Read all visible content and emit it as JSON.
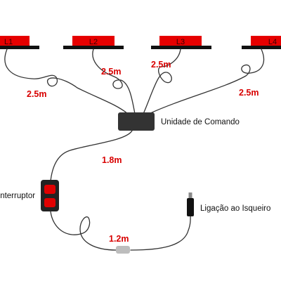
{
  "lamps": [
    "L1",
    "L2",
    "L3",
    "L4"
  ],
  "cable_lengths": {
    "l1": "2.5m",
    "l2": "2.5m",
    "l3": "2.5m",
    "l4": "2.5m",
    "switch": "1.8m",
    "plug": "1.2m"
  },
  "labels": {
    "control_unit": "Unidade de Comando",
    "switch": "Interruptor",
    "plug": "Ligação ao Isqueiro"
  },
  "colors": {
    "lamp": "#e60000",
    "lamp_base": "#111111",
    "cable": "#333333",
    "length_text": "#d80000",
    "control_unit": "#333333",
    "switch_body": "#222222",
    "switch_button": "#e00000",
    "connector": "#bdbdbd"
  }
}
